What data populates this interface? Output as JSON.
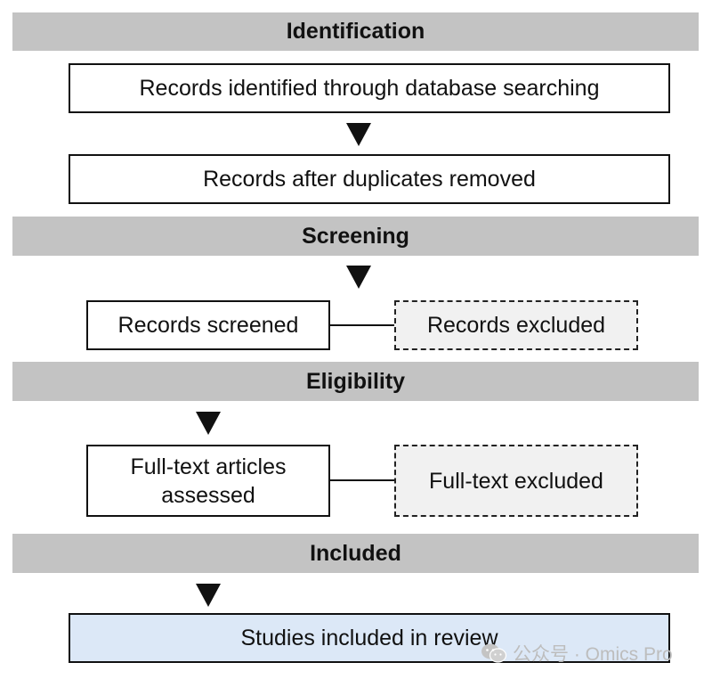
{
  "phases": {
    "identification": "Identification",
    "screening": "Screening",
    "eligibility": "Eligibility",
    "included": "Included"
  },
  "boxes": {
    "records_identified": "Records identified through database searching",
    "records_after_duplicates": "Records after duplicates removed",
    "records_screened": "Records screened",
    "records_excluded": "Records excluded",
    "fulltext_assessed_line1": "Full-text articles",
    "fulltext_assessed_line2": "assessed",
    "fulltext_excluded": "Full-text excluded",
    "studies_included": "Studies included in review"
  },
  "watermark": {
    "text": "公众号 · Omics Pro",
    "icon": "wechat-icon"
  },
  "colors": {
    "phase_band": "#c3c3c3",
    "excluded_fill": "#f1f1f1",
    "included_fill": "#dce8f7"
  }
}
